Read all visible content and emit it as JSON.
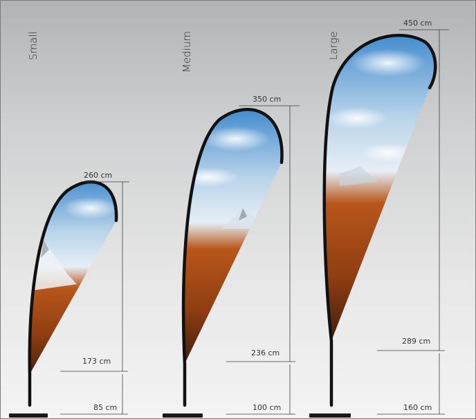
{
  "flags": [
    {
      "size_label": "Small",
      "total_height": "260 cm",
      "flag_bottom": "173 cm",
      "pole_height": "85 cm"
    },
    {
      "size_label": "Medium",
      "total_height": "350 cm",
      "flag_bottom": "236 cm",
      "pole_height": "100 cm"
    },
    {
      "size_label": "Large",
      "total_height": "450 cm",
      "flag_bottom": "289 cm",
      "pole_height": "160 cm"
    }
  ],
  "colors": {
    "sky_top": "#2f7fc9",
    "sky_light": "#e9f1f8",
    "field": "#a44a14",
    "field_dark": "#3a1d0c",
    "pole": "#111111"
  }
}
